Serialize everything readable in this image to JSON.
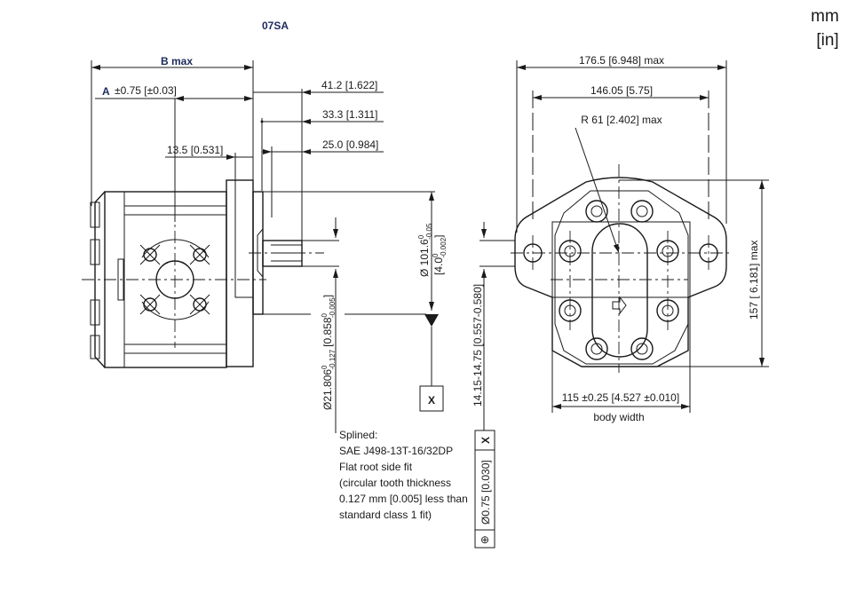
{
  "title": "07SA",
  "units": {
    "primary": "mm",
    "secondary": "[in]"
  },
  "side_view": {
    "b_max": "B max",
    "a_label": "A",
    "a_tol": "±0.75 [±0.03]",
    "dim_41": "41.2 [1.622]",
    "dim_33": "33.3 [1.311]",
    "dim_25": "25.0 [0.984]",
    "dim_13": "13.5 [0.531]",
    "pilot_dia": "Ø 101.6",
    "pilot_tol_up": "0",
    "pilot_tol_low": "-0.05",
    "pilot_in": "[4.0",
    "pilot_in_tol_up": "0",
    "pilot_in_tol_low": "-0.002",
    "pilot_in_close": "]",
    "shaft_dia": "Ø21.806",
    "shaft_tol_up": "0",
    "shaft_tol_low": "-0.127",
    "shaft_in": "[0.858",
    "shaft_in_tol_up": "0",
    "shaft_in_tol_low": "-0.005",
    "shaft_in_close": "]",
    "datum": "X",
    "spline_length": "14.15-14.75 [0.557-0.580]",
    "fcf_datum": "X",
    "fcf_tol": "Ø0.75 [0.030]",
    "fcf_symbol": "⊕",
    "spline_note": [
      "Splined:",
      "SAE J498-13T-16/32DP",
      "Flat root side fit",
      "(circular tooth thickness",
      "0.127 mm [0.005] less than",
      "standard class 1 fit)"
    ]
  },
  "front_view": {
    "overall_width": "176.5 [6.948] max",
    "bolt_spacing": "146.05 [5.75]",
    "radius": "R 61 [2.402] max",
    "height": "157 [ 6.181] max",
    "body_width_value": "115 ±0.25 [4.527 ±0.010]",
    "body_width_label": "body width"
  }
}
